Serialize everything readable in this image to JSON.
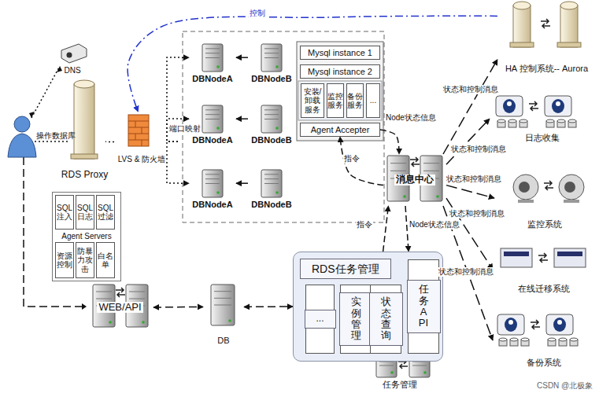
{
  "diagram": {
    "nodes": [
      {
        "text": [
          "DNS"
        ]
      },
      {
        "text": [
          "RDS Proxy"
        ]
      },
      {
        "text": [
          "LVS & 防火墙"
        ]
      },
      {
        "text": [
          "DBNodeA"
        ]
      },
      {
        "text": [
          "DBNodeB"
        ]
      },
      {
        "text": [
          "DBNodeA"
        ]
      },
      {
        "text": [
          "DBNodeB"
        ]
      },
      {
        "text": [
          "DBNodeA"
        ]
      },
      {
        "text": [
          "DBNodeB"
        ]
      },
      {
        "text": [
          "Mysql instance 1"
        ]
      },
      {
        "text": [
          "Mysql instance 2"
        ]
      },
      {
        "text": [
          "安装/卸载服务"
        ]
      },
      {
        "text": [
          "监控服务"
        ]
      },
      {
        "text": [
          "备份服务"
        ]
      },
      {
        "text": [
          "..."
        ]
      },
      {
        "text": [
          "Agent Accepter"
        ]
      },
      {
        "text": [
          "消息中心"
        ]
      },
      {
        "text": [
          "HA 控制系统-- Aurora"
        ]
      },
      {
        "text": [
          "日志收集"
        ]
      },
      {
        "text": [
          "监控系统"
        ]
      },
      {
        "text": [
          "在线迁移系统"
        ]
      },
      {
        "text": [
          "备份系统"
        ]
      },
      {
        "text": [
          "Agent Servers"
        ]
      },
      {
        "text": [
          "SQL注入"
        ],
        "in": 22
      },
      {
        "text": [
          "SQL日志"
        ],
        "in": 22
      },
      {
        "text": [
          "SQL过滤"
        ],
        "in": 22
      },
      {
        "text": [
          "资源控制"
        ],
        "in": 22
      },
      {
        "text": [
          "防暴力攻击"
        ],
        "in": 22
      },
      {
        "text": [
          "白名单"
        ],
        "in": 22
      },
      {
        "text": [
          "WEB/API"
        ]
      },
      {
        "text": [
          "DB"
        ]
      },
      {
        "text": [
          "RDS任务管理"
        ]
      },
      {
        "text": [
          "..."
        ],
        "in": 31
      },
      {
        "text": [
          "实例管理"
        ],
        "in": 31
      },
      {
        "text": [
          "状态查询"
        ],
        "in": 31
      },
      {
        "text": [
          "任务API"
        ],
        "in": 31
      },
      {
        "text": [
          "任务管理"
        ]
      }
    ],
    "edges": [
      {
        "from": 1,
        "to": 2,
        "arrow": "none"
      },
      {
        "from": 2,
        "to": 3,
        "arrow": "to"
      },
      {
        "from": 2,
        "to": 5,
        "arrow": "to",
        "label": "端口映射"
      },
      {
        "from": 2,
        "to": 7,
        "arrow": "to"
      },
      {
        "from": 4,
        "to": 3,
        "arrow": "to"
      },
      {
        "from": 6,
        "to": 5,
        "arrow": "to"
      },
      {
        "from": 8,
        "to": 7,
        "arrow": "to"
      },
      {
        "from": 15,
        "to": 16,
        "arrow": "to",
        "label": "Node状态信息"
      },
      {
        "from": 16,
        "to": 15,
        "arrow": "to",
        "label": "指令"
      },
      {
        "from": 31,
        "to": 16,
        "arrow": "to",
        "label": "指令"
      },
      {
        "from": 16,
        "to": 31,
        "arrow": "to",
        "label": "Node状态信息"
      },
      {
        "from": 16,
        "to": 17,
        "arrow": "to",
        "label": "状态和控制消息"
      },
      {
        "from": 16,
        "to": 18,
        "arrow": "to",
        "label": "状态和控制消息"
      },
      {
        "from": 16,
        "to": 19,
        "arrow": "to",
        "label": "状态和控制消息"
      },
      {
        "from": 16,
        "to": 20,
        "arrow": "to",
        "label": "状态和控制消息"
      },
      {
        "from": 16,
        "to": 21,
        "arrow": "to",
        "label": "状态和控制消息"
      },
      {
        "from": 17,
        "to": 2,
        "arrow": "to",
        "label": "控制"
      },
      {
        "from": 29,
        "to": 30,
        "arrow": "both"
      },
      {
        "from": 30,
        "to": 31,
        "arrow": "both"
      }
    ],
    "labels": [
      "操作数据库",
      "CSDN @北极象"
    ]
  }
}
